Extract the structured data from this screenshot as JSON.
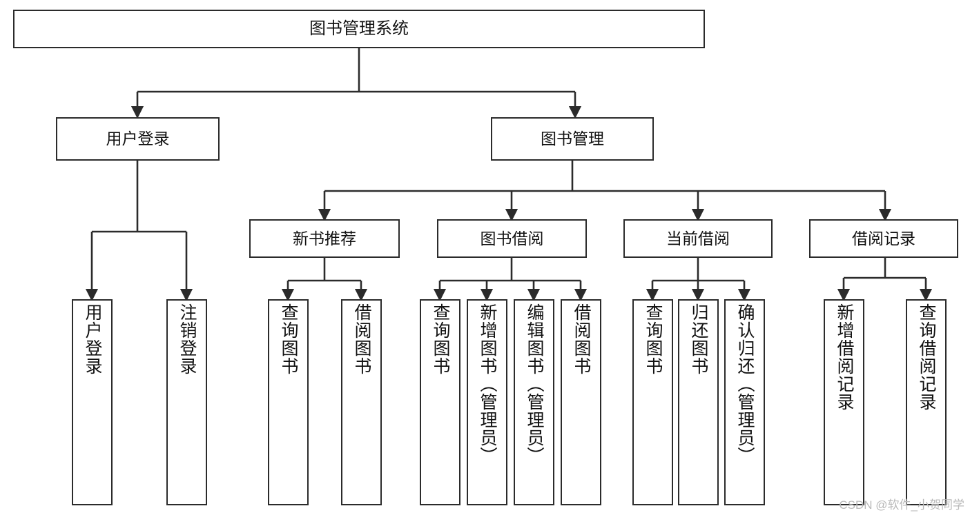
{
  "diagram": {
    "title": "图书管理系统",
    "type": "hierarchy-tree",
    "root": {
      "id": "root",
      "label": "图书管理系统"
    },
    "level2": [
      {
        "id": "user-login",
        "label": "用户登录"
      },
      {
        "id": "book-manage",
        "label": "图书管理"
      }
    ],
    "level3": [
      {
        "id": "new-book-recommend",
        "label": "新书推荐"
      },
      {
        "id": "book-borrow",
        "label": "图书借阅"
      },
      {
        "id": "current-borrow",
        "label": "当前借阅"
      },
      {
        "id": "borrow-record",
        "label": "借阅记录"
      }
    ],
    "leaves": {
      "user_login": [
        {
          "id": "leaf-user-login",
          "label": "用户登录"
        },
        {
          "id": "leaf-logout-login",
          "label": "注销登录"
        }
      ],
      "new_book_recommend": [
        {
          "id": "leaf-query-book-1",
          "label": "查询图书"
        },
        {
          "id": "leaf-borrow-book-1",
          "label": "借阅图书"
        }
      ],
      "book_borrow": [
        {
          "id": "leaf-query-book-2",
          "label": "查询图书"
        },
        {
          "id": "leaf-add-book",
          "label": "新增图书（管理员）"
        },
        {
          "id": "leaf-edit-book",
          "label": "编辑图书（管理员）"
        },
        {
          "id": "leaf-borrow-book-2",
          "label": "借阅图书"
        }
      ],
      "current_borrow": [
        {
          "id": "leaf-query-book-3",
          "label": "查询图书"
        },
        {
          "id": "leaf-return-book",
          "label": "归还图书"
        },
        {
          "id": "leaf-confirm-return",
          "label": "确认归还（管理员）"
        }
      ],
      "borrow_record": [
        {
          "id": "leaf-add-record",
          "label": "新增借阅记录"
        },
        {
          "id": "leaf-query-record",
          "label": "查询借阅记录"
        }
      ]
    },
    "colors": {
      "stroke": "#2b2b2b",
      "fill": "#ffffff",
      "text": "#111111",
      "watermark": "#b9b9b9"
    }
  },
  "watermark": {
    "text": "CSDN @软件_小贺同学"
  }
}
